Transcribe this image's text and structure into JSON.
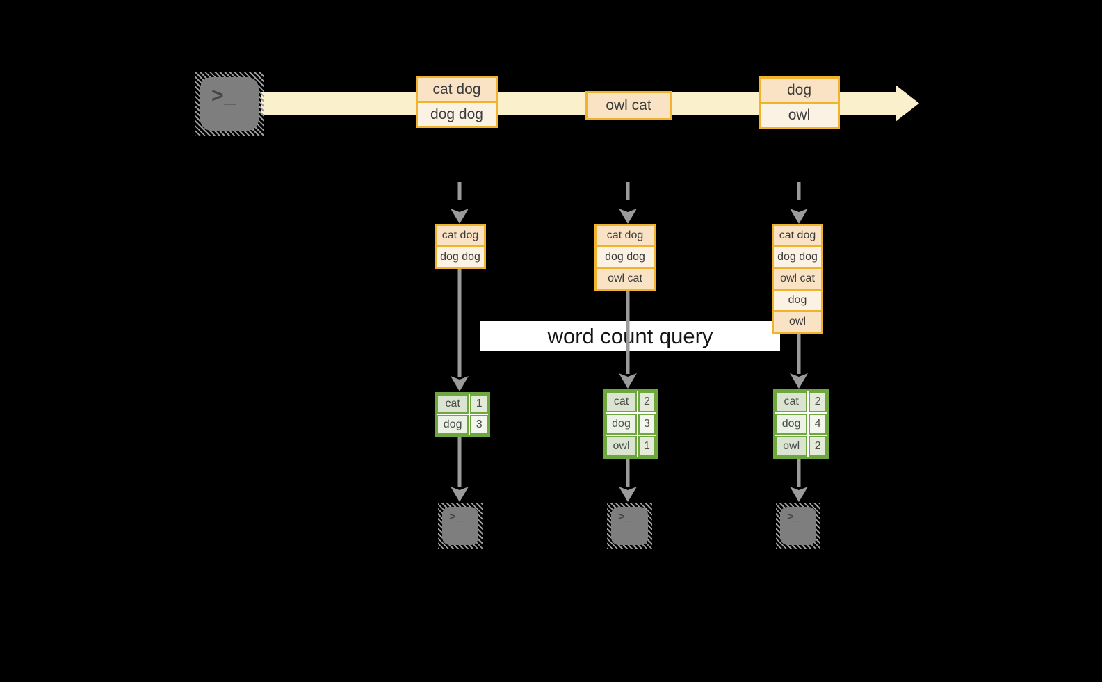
{
  "diagram": {
    "query_label": "word count query",
    "source_terminal": {
      "icon": "terminal-prompt-icon",
      "glyph": ">",
      "cursor": "_"
    },
    "timeline_events": [
      {
        "lines": [
          "cat dog",
          "dog dog"
        ]
      },
      {
        "lines": [
          "owl cat"
        ]
      },
      {
        "lines": [
          "dog",
          "owl"
        ]
      }
    ],
    "windows": [
      {
        "items": [
          "cat dog",
          "dog dog"
        ]
      },
      {
        "items": [
          "cat dog",
          "dog dog",
          "owl cat"
        ]
      },
      {
        "items": [
          "cat dog",
          "dog dog",
          "owl cat",
          "dog",
          "owl"
        ]
      }
    ],
    "results": [
      {
        "rows": [
          [
            "cat",
            "1"
          ],
          [
            "dog",
            "3"
          ]
        ]
      },
      {
        "rows": [
          [
            "cat",
            "2"
          ],
          [
            "dog",
            "3"
          ],
          [
            "owl",
            "1"
          ]
        ]
      },
      {
        "rows": [
          [
            "cat",
            "2"
          ],
          [
            "dog",
            "4"
          ],
          [
            "owl",
            "2"
          ]
        ]
      }
    ],
    "sink_terminals": [
      {
        "glyph": ">",
        "cursor": "_"
      },
      {
        "glyph": ">",
        "cursor": "_"
      },
      {
        "glyph": ">",
        "cursor": "_"
      }
    ]
  },
  "colors": {
    "background": "#000000",
    "gold_border": "#F0B32D",
    "peach_dark": "#FAE3C4",
    "peach_light": "#FCF2E4",
    "band_cream": "#FAF0CC",
    "green_border": "#6EA73E",
    "green_cell_dark": "#DBE4D1",
    "green_cell_light": "#ECF2E5",
    "arrow_gray": "#9B9B9B",
    "terminal_gray": "#7E7E7E",
    "label_bg": "#FFFFFF"
  }
}
